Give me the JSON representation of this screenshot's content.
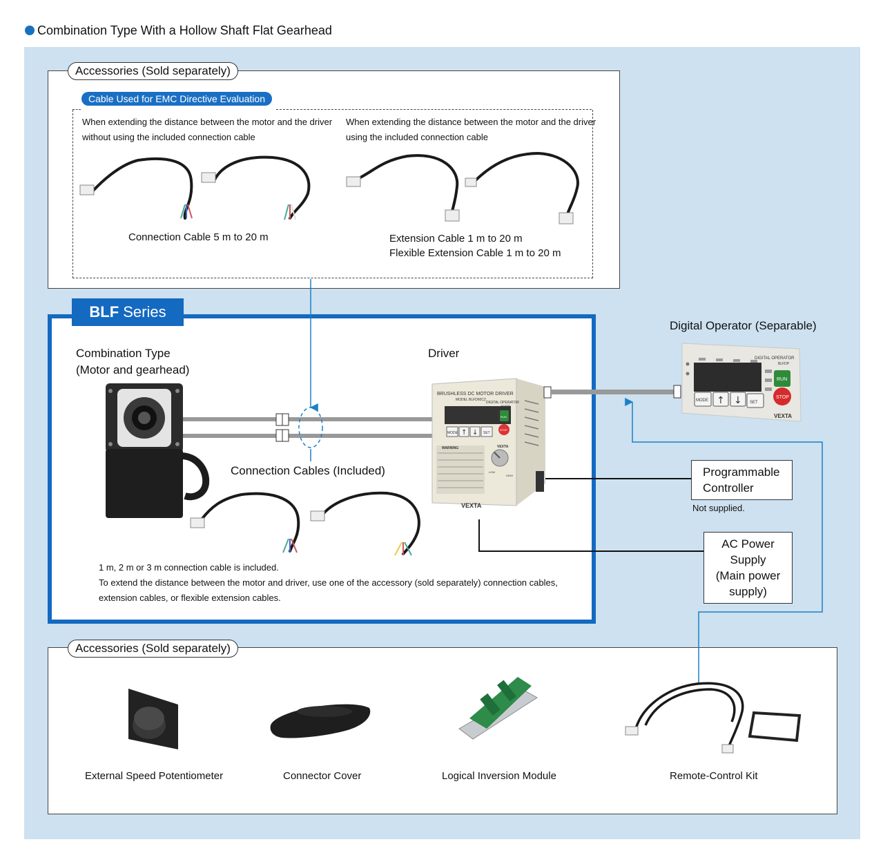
{
  "heading": "Combination Type With a Hollow Shaft Flat Gearhead",
  "top_accessories": {
    "title": "Accessories (Sold separately)",
    "emc_label": "Cable Used for EMC Directive Evaluation",
    "left_desc_1": "When extending the distance between the motor and the driver",
    "left_desc_2": "without using the included connection cable",
    "right_desc_1": "When extending the distance between the motor and the driver",
    "right_desc_2": "using the included connection cable",
    "left_caption": "Connection Cable 5 m to 20 m",
    "right_caption_1": "Extension Cable 1 m to 20 m",
    "right_caption_2": "Flexible Extension Cable 1 m to 20 m"
  },
  "blf": {
    "tab_bold": "BLF",
    "tab_rest": " Series",
    "motor_label_1": "Combination Type",
    "motor_label_2": "(Motor and gearhead)",
    "driver_label": "Driver",
    "cables_label": "Connection Cables (Included)",
    "note_1": "1 m, 2 m or 3 m connection cable is included.",
    "note_2": "To extend the distance between the motor and driver, use one of the accessory (sold separately) connection cables,",
    "note_3": "extension cables, or flexible extension cables."
  },
  "driver_device": {
    "title": "BRUSHLESS DC MOTOR DRIVER",
    "model": "MODEL BLFD60C2",
    "op_label": "DIGITAL OPERATOR",
    "op_model": "BLFDP",
    "run": "RUN",
    "stop": "STOP",
    "mode": "MODE",
    "set": "SET",
    "brand": "VEXTA",
    "warning": "WARNING",
    "low": "LOW",
    "high": "HIGH"
  },
  "operator": {
    "label": "Digital Operator (Separable)",
    "device_label": "DIGITAL OPERATOR",
    "device_model": "BLFDP",
    "run": "RUN",
    "stop": "STOP",
    "mode": "MODE",
    "set": "SET",
    "brand": "VEXTA"
  },
  "plc": {
    "line1": "Programmable",
    "line2": "Controller",
    "note": "Not supplied."
  },
  "ac": {
    "line1": "AC Power Supply",
    "line2": "(Main power supply)"
  },
  "bottom_accessories": {
    "title": "Accessories (Sold separately)",
    "items": [
      {
        "label": "External Speed Potentiometer"
      },
      {
        "label": "Connector Cover"
      },
      {
        "label": "Logical Inversion Module"
      },
      {
        "label": "Remote-Control Kit"
      }
    ]
  },
  "colors": {
    "blue": "#1469c0",
    "panel": "#cde1f0",
    "cable_gray": "#999999",
    "accent_line": "#1a80c8"
  }
}
